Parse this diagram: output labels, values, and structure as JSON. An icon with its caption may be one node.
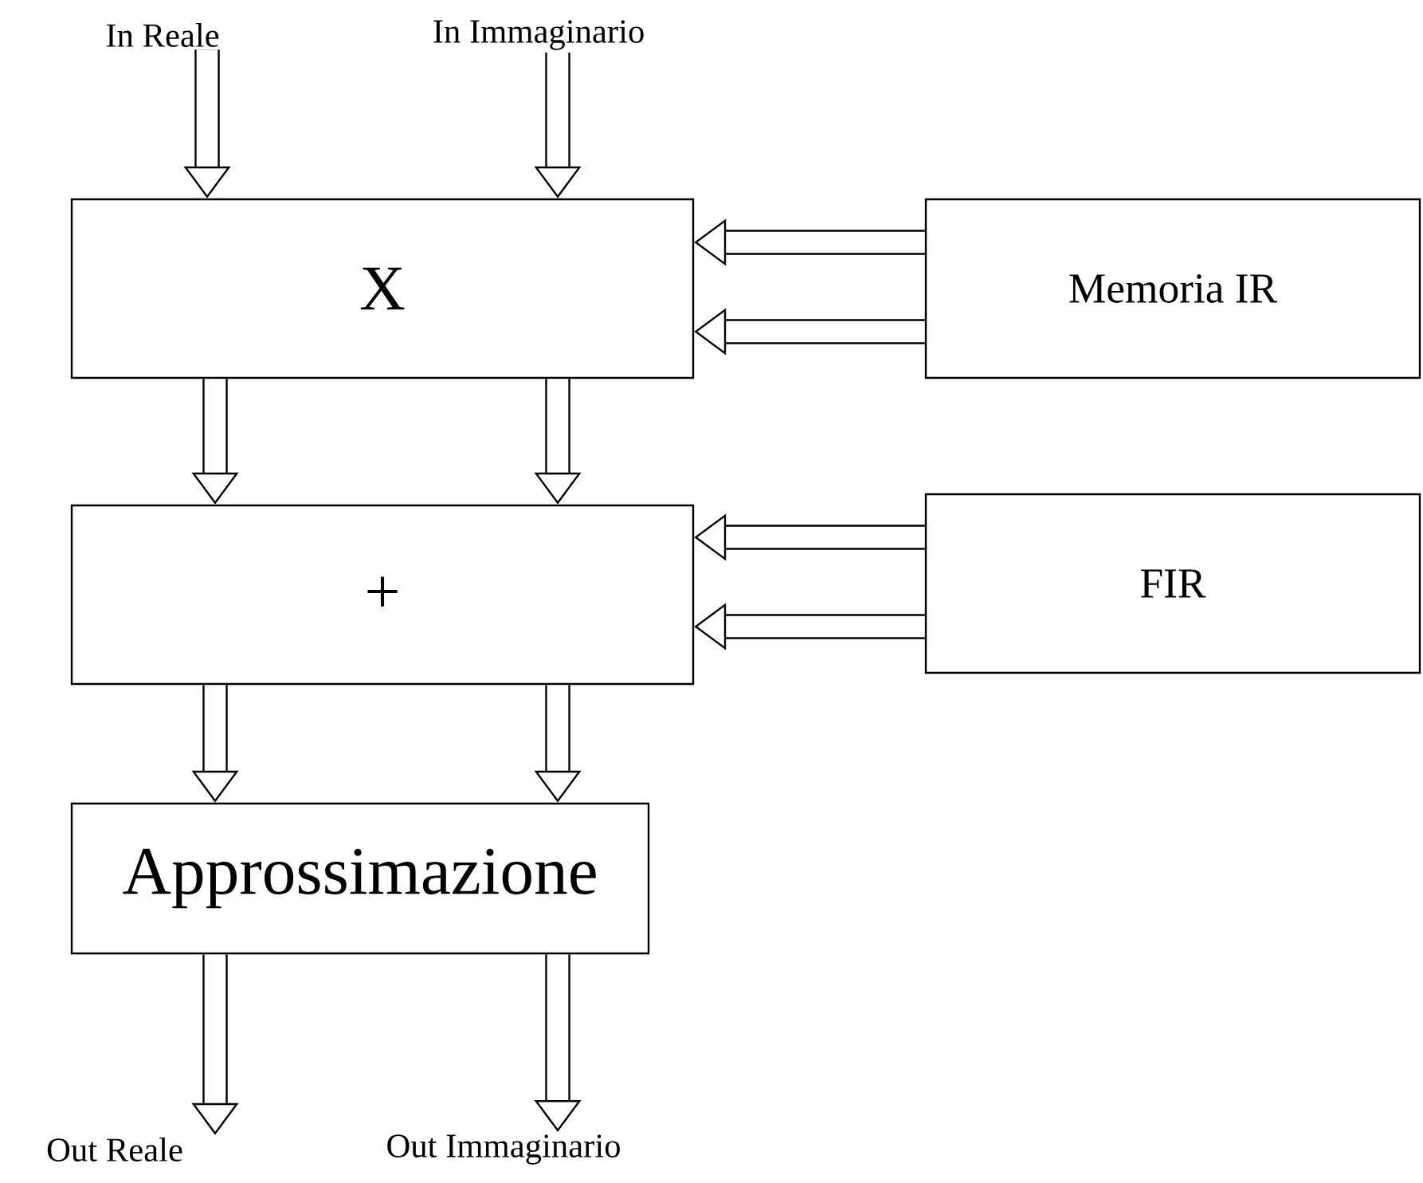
{
  "diagram": {
    "nodes": [
      {
        "text": [
          "In Reale"
        ]
      },
      {
        "text": [
          "In Immaginario"
        ]
      },
      {
        "text": [
          "X"
        ]
      },
      {
        "text": [
          "Memoria IR"
        ]
      },
      {
        "text": [
          "+"
        ]
      },
      {
        "text": [
          "FIR"
        ]
      },
      {
        "text": [
          "Approssimazione"
        ]
      },
      {
        "text": [
          "Out Reale"
        ]
      },
      {
        "text": [
          "Out Immaginario"
        ]
      }
    ],
    "edges": [
      {
        "from": 0,
        "to": 2,
        "arrow": "to"
      },
      {
        "from": 1,
        "to": 2,
        "arrow": "to"
      },
      {
        "from": 3,
        "to": 2,
        "arrow": "to"
      },
      {
        "from": 3,
        "to": 2,
        "arrow": "to"
      },
      {
        "from": 2,
        "to": 4,
        "arrow": "to"
      },
      {
        "from": 2,
        "to": 4,
        "arrow": "to"
      },
      {
        "from": 5,
        "to": 4,
        "arrow": "to"
      },
      {
        "from": 5,
        "to": 4,
        "arrow": "to"
      },
      {
        "from": 4,
        "to": 6,
        "arrow": "to"
      },
      {
        "from": 4,
        "to": 6,
        "arrow": "to"
      },
      {
        "from": 6,
        "to": 7,
        "arrow": "to"
      },
      {
        "from": 6,
        "to": 8,
        "arrow": "to"
      }
    ]
  }
}
